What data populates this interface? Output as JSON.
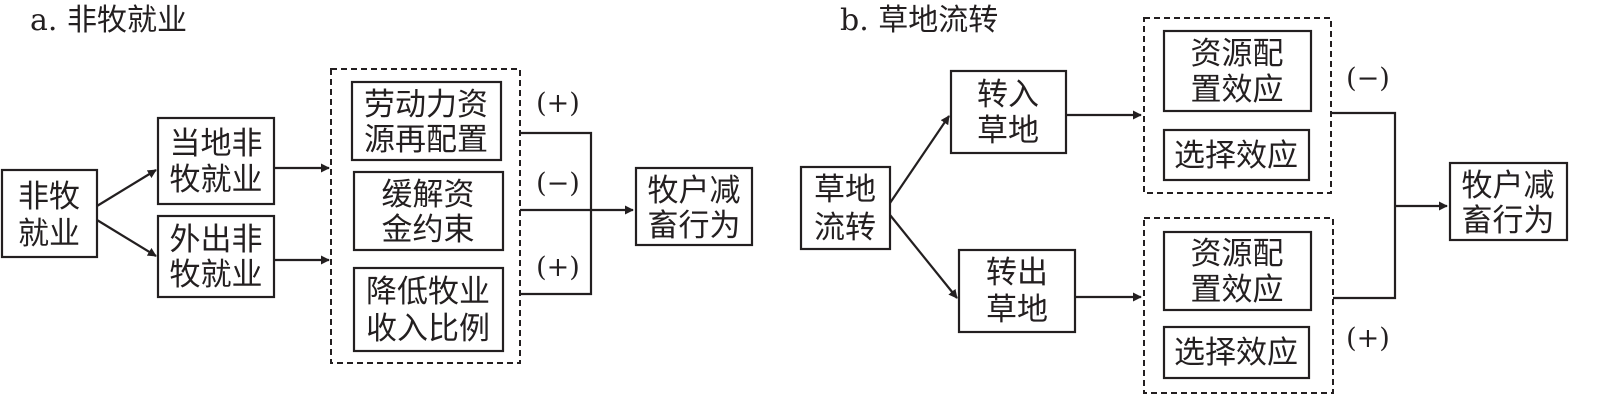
{
  "panel_a": {
    "title": "a. 非牧就业",
    "root": [
      "非牧",
      "就业"
    ],
    "local": [
      "当地非",
      "牧就业"
    ],
    "outside": [
      "外出非",
      "牧就业"
    ],
    "mech_labor": [
      "劳动力资",
      "源再配置"
    ],
    "mech_capital": [
      "缓解资",
      "金约束"
    ],
    "mech_income": [
      "降低牧业",
      "收入比例"
    ],
    "sign_labor": "(+)",
    "sign_capital": "(−)",
    "sign_income": "(+)",
    "outcome": [
      "牧户减",
      "畜行为"
    ]
  },
  "panel_b": {
    "title": "b. 草地流转",
    "root": [
      "草地",
      "流转"
    ],
    "transfer_in": [
      "转入",
      "草地"
    ],
    "transfer_out": [
      "转出",
      "草地"
    ],
    "in_allocation": [
      "资源配",
      "置效应"
    ],
    "in_selection": "选择效应",
    "out_allocation": [
      "资源配",
      "置效应"
    ],
    "out_selection": "选择效应",
    "sign_in": "(−)",
    "sign_out": "(+)",
    "outcome": [
      "牧户减",
      "畜行为"
    ]
  }
}
